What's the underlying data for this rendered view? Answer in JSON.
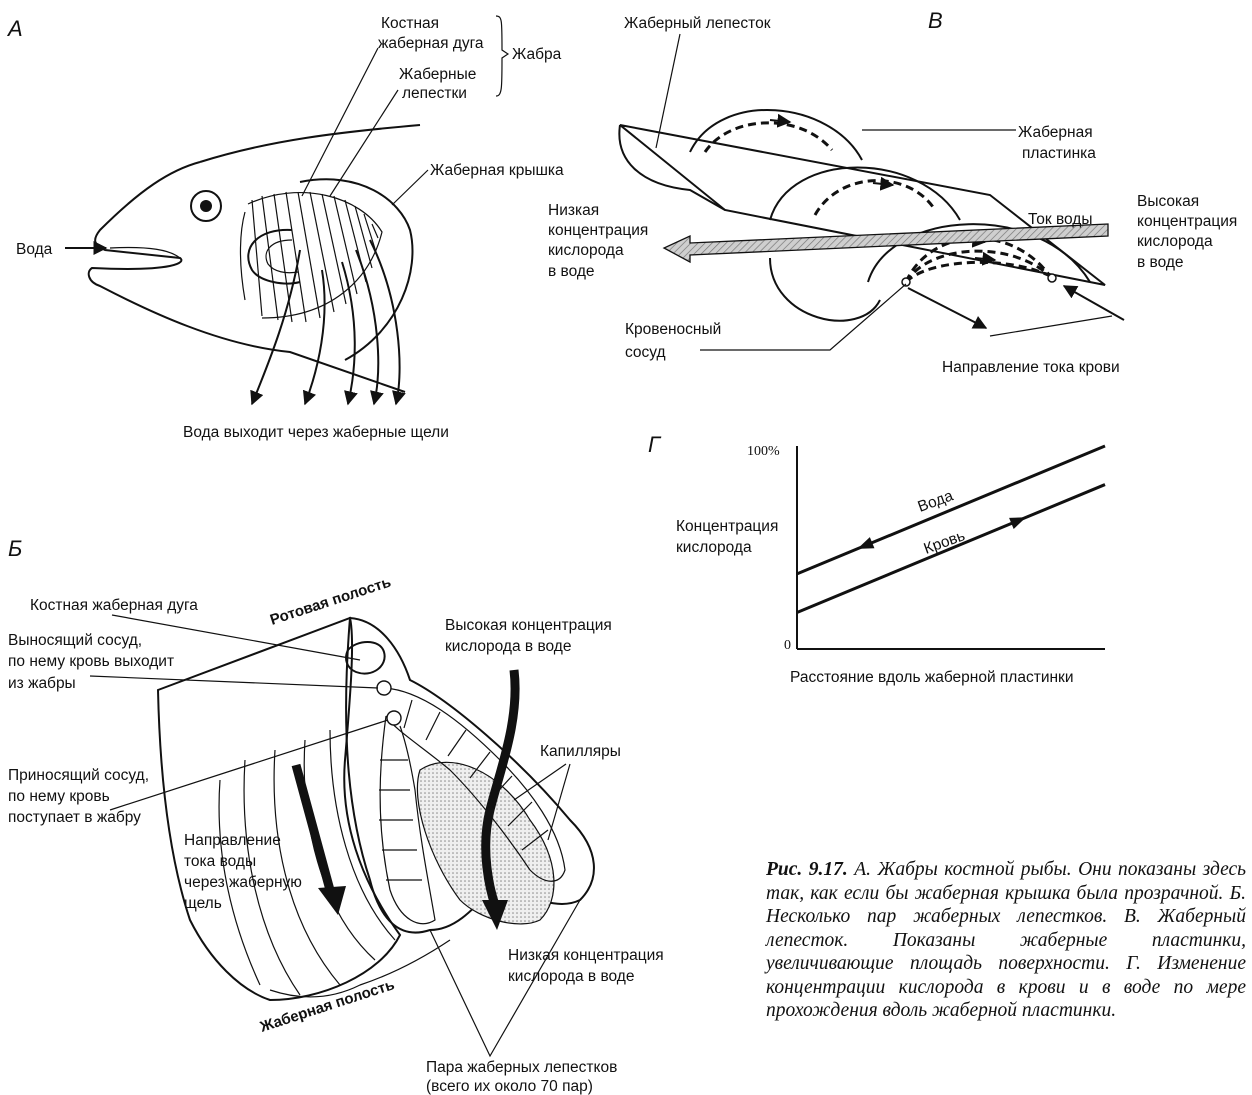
{
  "panels": {
    "a": "А",
    "b": "Б",
    "v": "В",
    "g": "Г"
  },
  "panel_a": {
    "bony_arch": [
      "Костная",
      "жаберная дуга"
    ],
    "gill": "Жабра",
    "filaments": [
      "Жаберные",
      "лепестки"
    ],
    "operculum": "Жаберная крышка",
    "water": "Вода",
    "water_exits": "Вода выходит через жаберные щели"
  },
  "panel_b": {
    "mouth_cavity": "Ротовая полость",
    "gill_cavity": "Жаберная полость",
    "bony_arch": "Костная жаберная дуга",
    "efferent": [
      "Выносящий сосуд,",
      "по нему кровь выходит",
      "из жабры"
    ],
    "afferent": [
      "Приносящий сосуд,",
      "по нему кровь",
      "поступает в жабру"
    ],
    "water_direction": [
      "Направление",
      "тока воды",
      "через жаберную",
      "щель"
    ],
    "high_o2": [
      "Высокая концентрация",
      "кислорода в воде"
    ],
    "capillaries": "Капилляры",
    "low_o2": [
      "Низкая концентрация",
      "кислорода в воде"
    ],
    "pair": [
      "Пара жаберных лепестков",
      "(всего их около 70 пар)"
    ]
  },
  "panel_v": {
    "filament": "Жаберный лепесток",
    "lamella": [
      "Жаберная",
      "пластинка"
    ],
    "low_o2": [
      "Низкая",
      "концентрация",
      "кислорода",
      "в воде"
    ],
    "water_flow": "Ток воды",
    "high_o2": [
      "Высокая",
      "концентрация",
      "кислорода",
      "в воде"
    ],
    "vessel": [
      "Кровеносный",
      "сосуд"
    ],
    "blood_direction": "Направление тока крови"
  },
  "panel_g": {
    "y_max": "100%",
    "y_min": "0",
    "ylabel": [
      "Концентрация",
      "кислорода"
    ],
    "xlabel": "Расстояние вдоль жаберной пластинки",
    "water": "Вода",
    "blood": "Кровь"
  },
  "chart_data": {
    "type": "line",
    "title": "",
    "xlabel": "Расстояние вдоль жаберной пластинки",
    "ylabel": "Концентрация кислорода",
    "ylim": [
      0,
      100
    ],
    "y_ticks": [
      "0",
      "100%"
    ],
    "series": [
      {
        "name": "Вода",
        "x": [
          0,
          1
        ],
        "values": [
          37,
          100
        ]
      },
      {
        "name": "Кровь",
        "x": [
          0,
          1
        ],
        "values": [
          18,
          81
        ]
      }
    ],
    "grid": false
  },
  "caption": {
    "label": "Рис. 9.17.",
    "text": "А. Жабры костной рыбы. Они показаны здесь так, как если бы жаберная крышка была прозрачной. Б. Несколько пар жаберных лепестков. В. Жаберный лепесток. Показаны жаберные пластинки, увеличивающие площадь поверхности. Г. Изменение концентрации кислорода в крови и в воде по мере прохождения вдоль жаберной пластинки."
  }
}
